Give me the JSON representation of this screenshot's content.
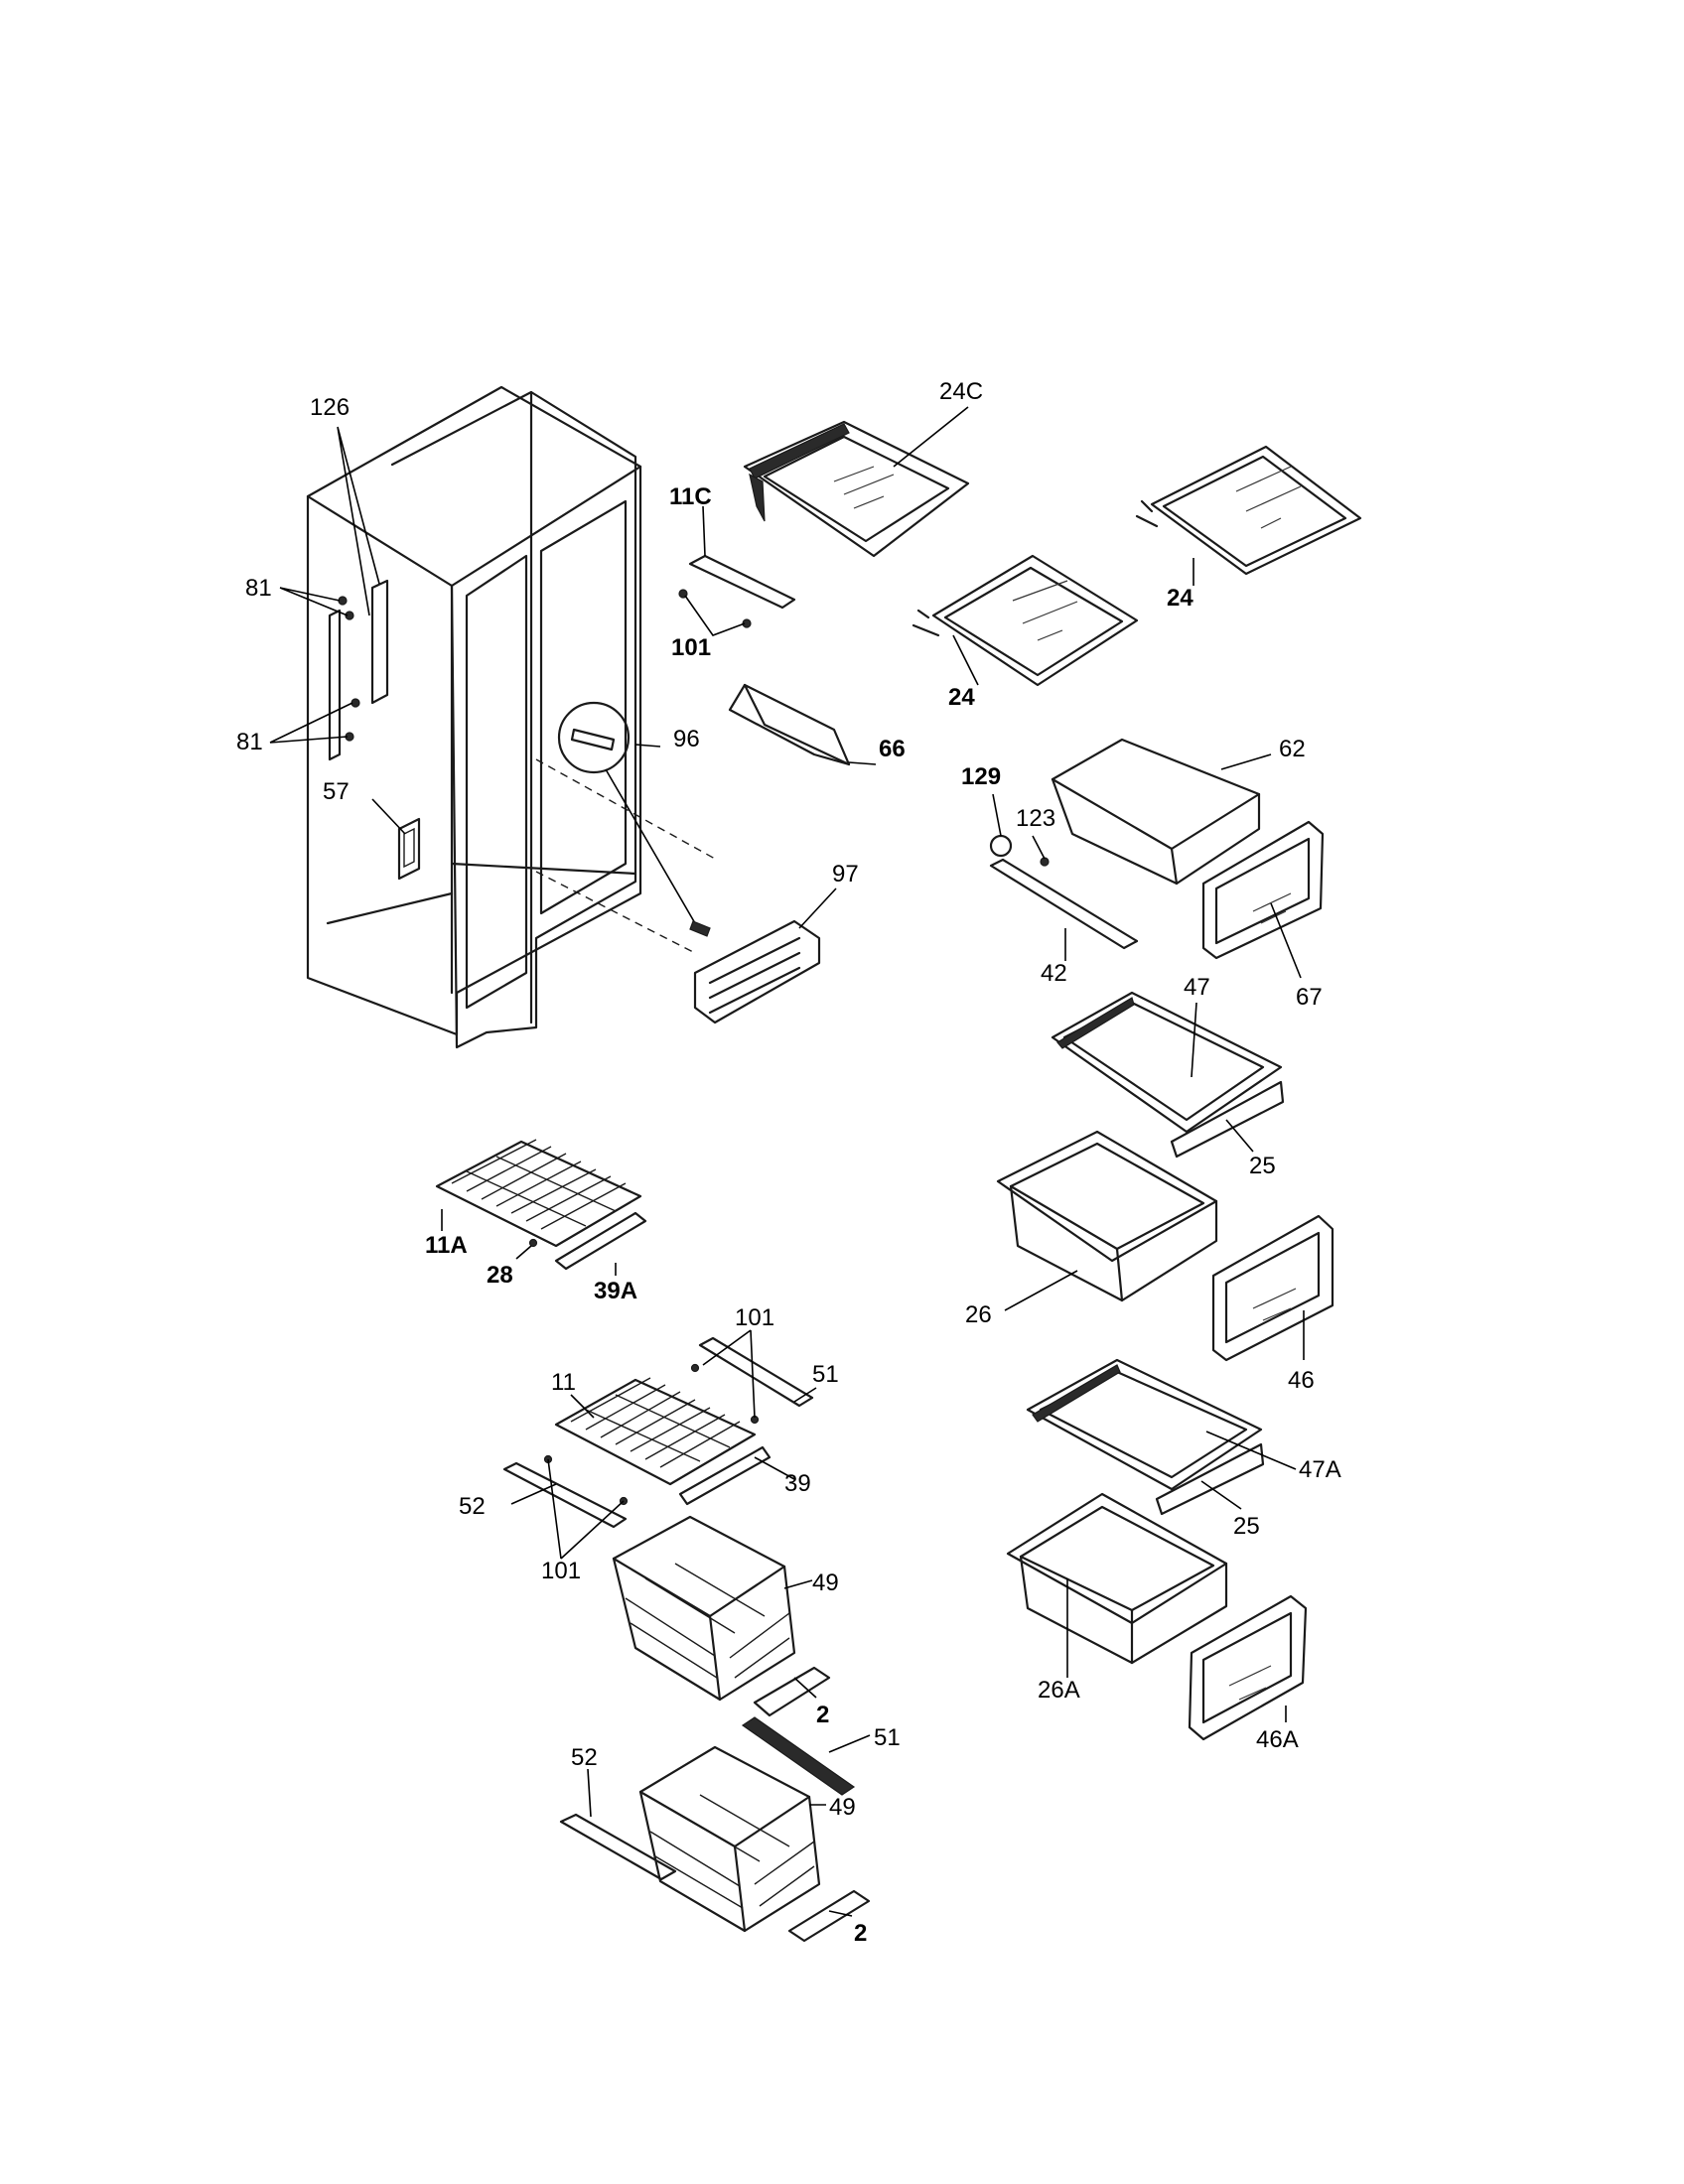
{
  "callouts": {
    "c126": "126",
    "c81a": "81",
    "c81b": "81",
    "c57": "57",
    "c24c": "24C",
    "c11c": "11C",
    "c101a": "101",
    "c24a": "24",
    "c24b": "24",
    "c96": "96",
    "c66": "66",
    "c97": "97",
    "c129": "129",
    "c123": "123",
    "c62": "62",
    "c42": "42",
    "c67": "67",
    "c47": "47",
    "c25a": "25",
    "c26": "26",
    "c46": "46",
    "c47a": "47A",
    "c25b": "25",
    "c26a": "26A",
    "c46a": "46A",
    "c11a": "11A",
    "c28": "28",
    "c39a": "39A",
    "c101b": "101",
    "c11": "11",
    "c51a": "51",
    "c39": "39",
    "c52a": "52",
    "c101c": "101",
    "c49a": "49",
    "c2a": "2",
    "c51b": "51",
    "c52b": "52",
    "c49b": "49",
    "c2b": "2"
  }
}
